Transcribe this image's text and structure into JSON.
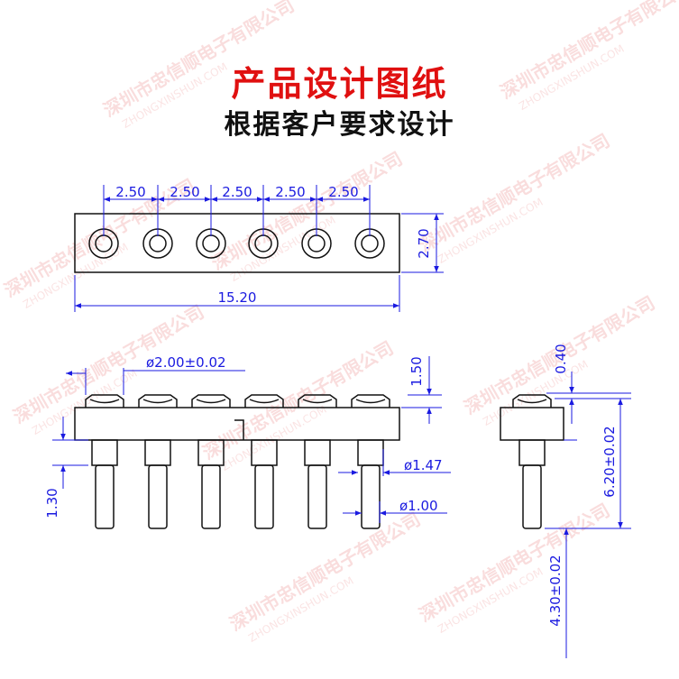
{
  "title": "产品设计图纸",
  "subtitle": "根据客户要求设计",
  "watermark": {
    "cn": "深圳市忠信顺电子有限公司",
    "en": "ZHONGXINSHUN.COM"
  },
  "dimensions": {
    "pitch": [
      "2.50",
      "2.50",
      "2.50",
      "2.50",
      "2.50"
    ],
    "height": "2.70",
    "length": "15.20",
    "head_diameter": "ø2.00±0.02",
    "head_height": "1.50",
    "shoulder_diameter": "ø1.47",
    "pin_diameter": "ø1.00",
    "left_height": "1.30",
    "side_top": "0.40",
    "side_total": "6.20±0.02",
    "side_bottom": "4.30±0.02"
  },
  "colors": {
    "title": "#e01010",
    "dimension": "#1a1ae0",
    "line": "#111111"
  }
}
